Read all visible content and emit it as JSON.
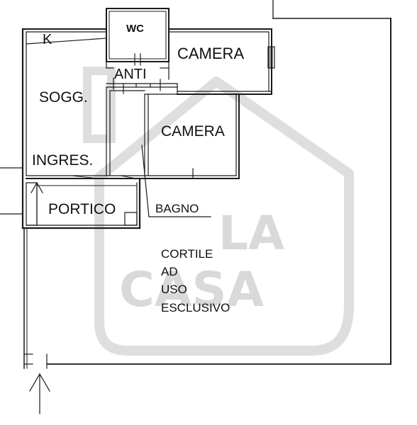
{
  "plan": {
    "rooms": {
      "wc": "WC",
      "camera_top": "CAMERA",
      "anti": "ANTI",
      "kitchen": "K",
      "soggiorno": "SOGG.",
      "camera_mid": "CAMERA",
      "ingresso": "INGRES.",
      "portico": "PORTICO",
      "bagno": "BAGNO"
    },
    "courtyard": {
      "line1": "CORTILE",
      "line2": "AD",
      "line3": "USO",
      "line4": "ESCLUSIVO"
    }
  },
  "watermark": {
    "line1": "LA",
    "line2": "CASA"
  },
  "colors": {
    "ink": "#1a1a1a",
    "watermark": "#d9d9d9"
  }
}
